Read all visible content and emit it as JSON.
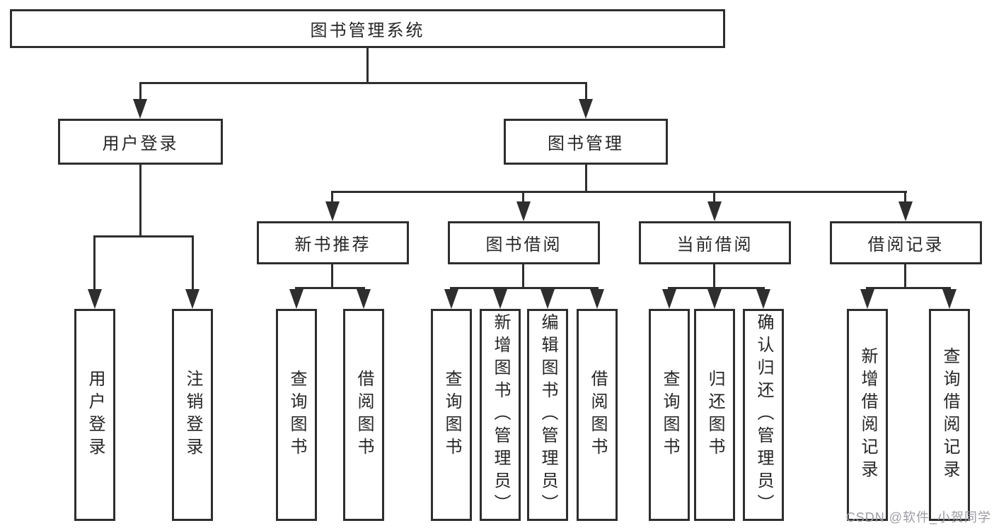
{
  "diagram": {
    "title": "图书管理系统",
    "level2": [
      "用户登录",
      "图书管理"
    ],
    "level3": [
      "新书推荐",
      "图书借阅",
      "当前借阅",
      "借阅记录"
    ],
    "leaves": [
      "用户登录",
      "注销登录",
      "查询图书",
      "借阅图书",
      "查询图书",
      "新增图书（管理员）",
      "编辑图书（管理员）",
      "借阅图书",
      "查询图书",
      "归还图书",
      "确认归还（管理员）",
      "新增借阅记录",
      "查询借阅记录"
    ]
  },
  "watermark": {
    "text": "CSDN @软件_小贺同学"
  },
  "colors": {
    "line": "#2e2e2e",
    "text": "#262626",
    "watermark": "#9b9ba3",
    "background": "#ffffff"
  }
}
